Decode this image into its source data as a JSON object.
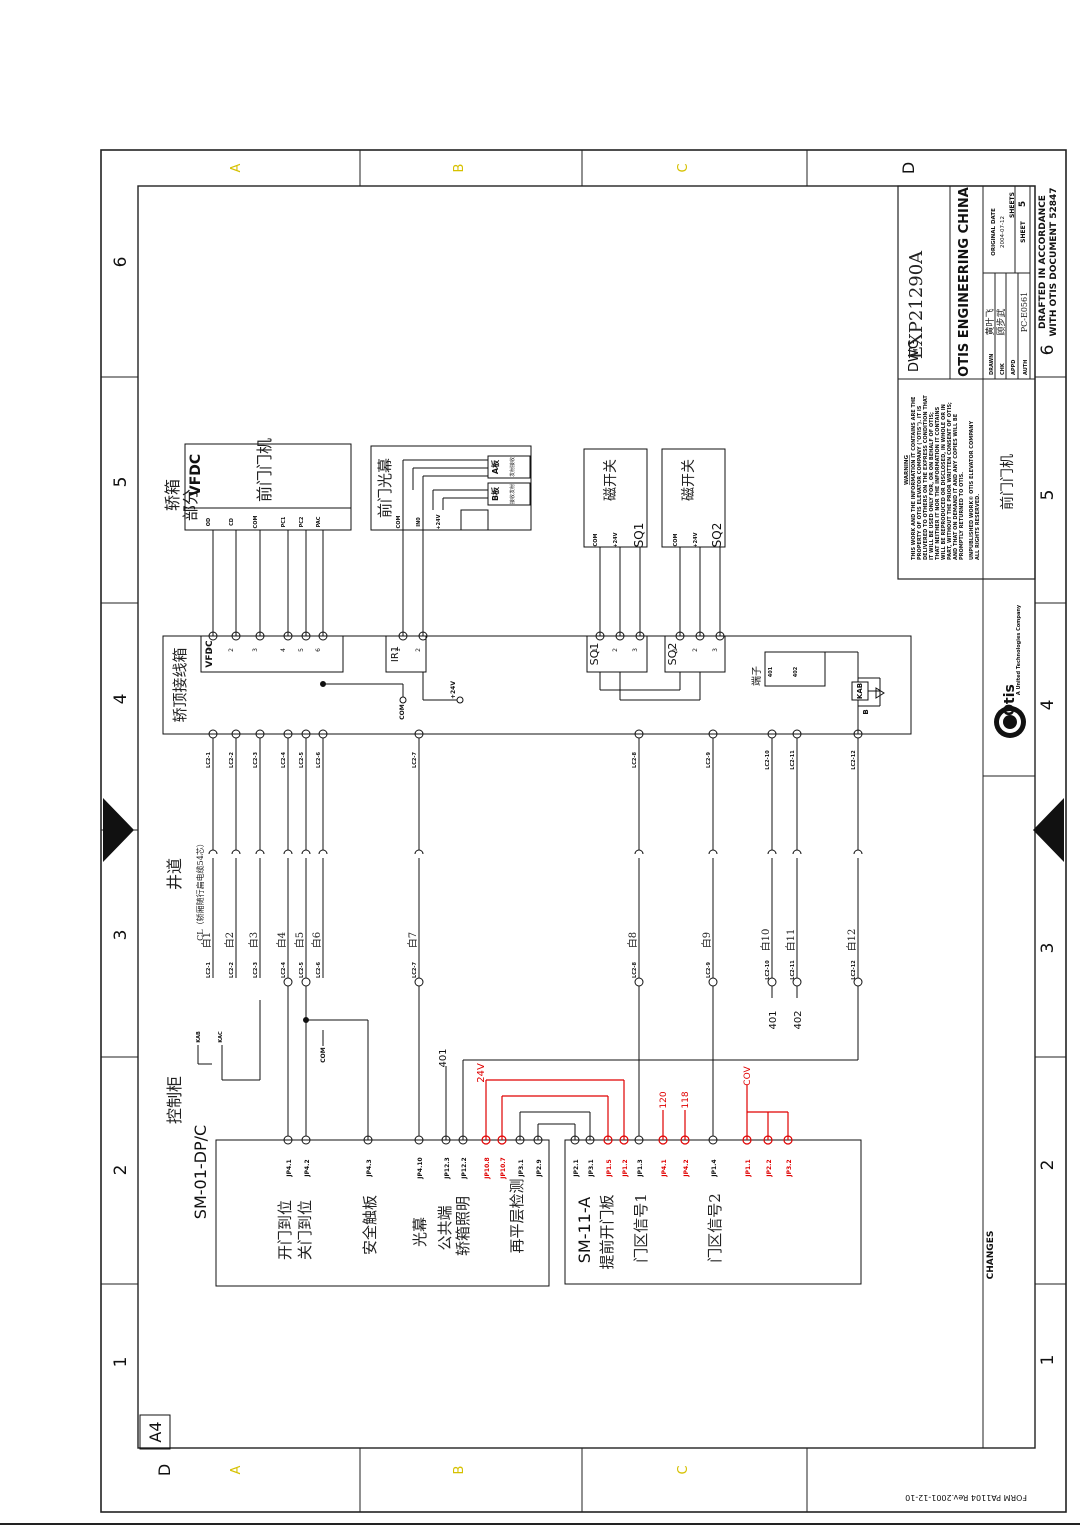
{
  "drawing": {
    "dwg_label": "DWG",
    "dwg_number": "EXP21290A",
    "company": "OTIS ENGINEERING CHINA",
    "title_cn": "前门门机",
    "sheet_label": "SHEET",
    "sheet_no": "5",
    "sheets_label": "SHEETS",
    "original_date_label": "ORIGINAL DATE",
    "original_date": "2004-07-12",
    "drafted_1": "DRAFTED IN ACCORDANCE",
    "drafted_2": "WITH OTIS DOCUMENT 52847",
    "drawn_label": "DRAWN",
    "drawn": "黄叶飞",
    "chk_label": "CHK",
    "chk": "顾步武",
    "appd_label": "APPD",
    "auth_label": "AUTH",
    "auth": "PC-E0561",
    "warning_title": "WARNING",
    "warning_lines": [
      "THIS WORK AND THE INFORMATION IT CONTAINS ARE THE",
      "PROPERTY OF OTIS ELEVATOR COMPANY (\"OTIS\"). IT IS",
      "DELIVERED TO OTHERS ON THE EXPRESS CONDITION THAT",
      "IT WILL BE USED ONLY FOR, OR ON BEHALF OF OTIS;",
      "THAT NEITHER IT NOR THE INFORMATION IT CONTAINS",
      "WILL BE REPRODUCED OR DISCLOSED, IN WHOLE OR IN",
      "PART, WITHOUT THE PRIOR WRITTEN CONSENT OF OTIS;",
      "AND THAT ON DEMAND IT AND ANY COPIES WILL BE",
      "PROMPTLY RETURNED TO OTIS."
    ],
    "unpublished_1": "UNPUBLISHED WORK© OTIS ELEVATOR COMPANY",
    "unpublished_2": "ALL RIGHTS RESERVED.",
    "otis_logo": "Otis",
    "otis_tagline": "A United Technologies Company",
    "changes_label": "CHANGES",
    "form_label": "FORM PA1104  Rev.2001-12-10",
    "size_label": "A4"
  },
  "grid": {
    "columns": [
      "6",
      "5",
      "4",
      "3",
      "2",
      "1"
    ],
    "rows": [
      "A",
      "B",
      "C",
      "D"
    ]
  },
  "sections": {
    "car": "轿箱",
    "car_part": "部分",
    "hoistway": "井道",
    "cable_note": "CL（轿厢随行扁电缆54芯）",
    "control_cabinet": "控制柜"
  },
  "devices": {
    "door_operator": {
      "label": "VFDC",
      "name": "前门门机",
      "pins": [
        "OD",
        "CD",
        "COM",
        "PC1",
        "PC2",
        "PAC"
      ]
    },
    "light_curtain": {
      "name": "前门光幕",
      "pins": [
        "COM",
        "IN0",
        "+24V"
      ],
      "a": "A板",
      "a_sub": "发射接收",
      "b": "B板",
      "b_sub": "接收发射"
    },
    "sq1": {
      "name": "磁开关",
      "tag": "SQ1",
      "pins": [
        "COM",
        "+24V"
      ]
    },
    "sq2": {
      "name": "磁开关",
      "tag": "SQ2",
      "pins": [
        "COM",
        "+24V"
      ]
    },
    "cartop_box": {
      "name": "轿顶接线箱",
      "vfdc": "VFDC",
      "ir1": "IR1",
      "sq1": "SQ1",
      "sq2": "SQ2",
      "terminal": "端子",
      "ka": "KAB",
      "pin_b": "B",
      "com": "COM",
      "plus24": "+24V"
    }
  },
  "cable_wires": [
    {
      "tag": "LC2-1",
      "label": "白1"
    },
    {
      "tag": "LC2-2",
      "label": "白2"
    },
    {
      "tag": "LC2-3",
      "label": "白3"
    },
    {
      "tag": "LC2-4",
      "label": "白4"
    },
    {
      "tag": "LC2-5",
      "label": "白5"
    },
    {
      "tag": "LC2-6",
      "label": "白6"
    },
    {
      "tag": "LC2-7",
      "label": "白7"
    },
    {
      "tag": "LC2-8",
      "label": "白8"
    },
    {
      "tag": "LC2-9",
      "label": "白9"
    },
    {
      "tag": "LC2-10",
      "label": "白10"
    },
    {
      "tag": "LC2-11",
      "label": "白11"
    },
    {
      "tag": "LC2-12",
      "label": "白12"
    }
  ],
  "control": {
    "board1": "SM-01-DP/C",
    "board2": "SM-11-A",
    "pins1": [
      "JP4.1",
      "JP4.2",
      "JP4.3",
      "JP4.10",
      "JP12.3",
      "JP12.2",
      "JP10.8",
      "JP10.7",
      "JP3.1",
      "JP2.9"
    ],
    "pins2": [
      "JP2.1",
      "JP3.1",
      "JP1.5",
      "JP1.2",
      "JP1.3",
      "JP4.1",
      "JP4.2",
      "JP1.4",
      "JP1.1",
      "JP2.2",
      "JP3.2"
    ],
    "functions": [
      "开门到位",
      "关门到位",
      "安全触板",
      "光幕",
      "公共端",
      "轿箱照明",
      "再平层检测",
      "提前开门板",
      "门区信号1",
      "门区信号2"
    ],
    "net_labels": [
      "401",
      "402",
      "24V",
      "120",
      "118",
      "COV",
      "COM"
    ],
    "switch_labels": [
      "KAB",
      "KAC"
    ]
  }
}
